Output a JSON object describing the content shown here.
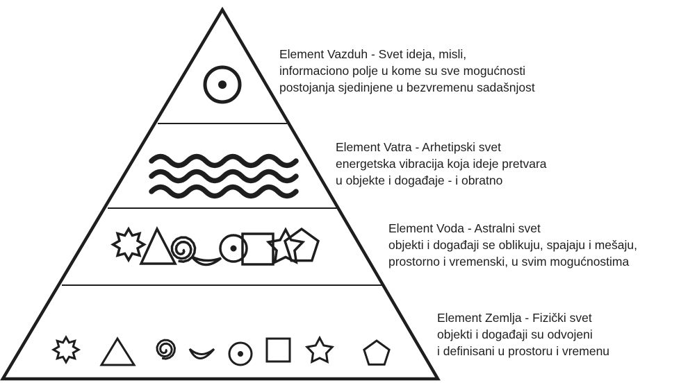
{
  "colors": {
    "ink": "#1e1e1e",
    "background": "#ffffff"
  },
  "levels": [
    {
      "id": "air",
      "symbol_icons": [
        "circled-dot-icon"
      ],
      "lines": [
        "Element Vazduh - Svet ideja, misli,",
        "informaciono polje u kome su sve mogućnosti",
        "postojanja sjedinjene u bezvremenu sadašnjost"
      ]
    },
    {
      "id": "fire",
      "symbol_icons": [
        "wave-lines-icon"
      ],
      "lines": [
        "Element Vatra - Arhetipski svet",
        "energetska vibracija koja ideje pretvara",
        "u objekte i događaje - i obratno"
      ]
    },
    {
      "id": "water",
      "symbol_icons": [
        "eight-point-star-icon",
        "triangle-icon",
        "spiral-icon",
        "crescent-icon",
        "circled-dot-icon",
        "square-icon",
        "star-icon",
        "pentagon-icon"
      ],
      "lines": [
        "Element Voda - Astralni svet",
        "objekti i događaji se oblikuju, spajaju i mešaju,",
        "prostorno i vremenski, u svim mogućnostima"
      ]
    },
    {
      "id": "earth",
      "symbol_icons": [
        "eight-point-star-icon",
        "triangle-icon",
        "spiral-icon",
        "crescent-icon",
        "circled-dot-icon",
        "square-icon",
        "star-icon",
        "pentagon-icon"
      ],
      "lines": [
        "Element Zemlja - Fizički svet",
        "objekti i događaji su odvojeni",
        "i definisani u prostoru i vremenu"
      ]
    }
  ]
}
